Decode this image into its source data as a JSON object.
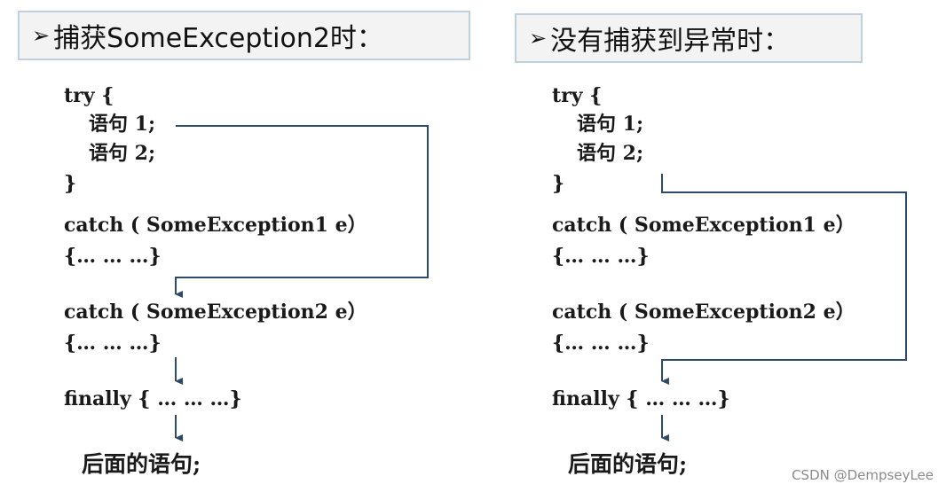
{
  "left": {
    "title_bullet": "➢",
    "title": "捕获SomeException2时：",
    "lines": {
      "try_open": "try {",
      "stmt1": "语句 1;",
      "stmt2": "语句 2;",
      "try_close": "}",
      "catch1": "catch ( SomeException1 e）",
      "catch1_body": "{… … …}",
      "catch2": "catch ( SomeException2 e）",
      "catch2_body": "{… … …}",
      "finally": "finally { … … …}",
      "after": "后面的语句;"
    }
  },
  "right": {
    "title_bullet": "➢",
    "title": "没有捕获到异常时：",
    "lines": {
      "try_open": "try {",
      "stmt1": "语句 1;",
      "stmt2": "语句 2;",
      "try_close": "}",
      "catch1": "catch ( SomeException1 e）",
      "catch1_body": "{… … …}",
      "catch2": "catch ( SomeException2 e）",
      "catch2_body": "{… … …}",
      "finally": "finally { … … …}",
      "after": "后面的语句;"
    }
  },
  "watermark": "CSDN @DempseyLee",
  "colors": {
    "arrow": "#2e4a6b",
    "title_border": "#bfcfdd"
  }
}
